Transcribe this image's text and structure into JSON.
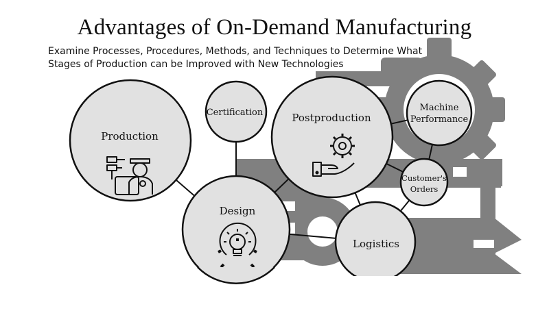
{
  "diagram": {
    "title": "Advantages of On-Demand Manufacturing",
    "subtitle_line1": "Examine Processes, Procedures, Methods, and Techniques to Determine What",
    "subtitle_line2": "Stages of Production can be Improved with New Technologies",
    "nodes": {
      "production": "Production",
      "certification": "Certification",
      "postproduction": "Postproduction",
      "machine_performance_line1": "Machine",
      "machine_performance_line2": "Performance",
      "customers_orders_line1": "Customer's",
      "customers_orders_line2": "Orders",
      "design": "Design",
      "logistics": "Logistics"
    },
    "icons": {
      "production": "worker-with-control-panel-icon",
      "postproduction": "gear-in-hand-icon",
      "design": "lightbulb-gear-icon",
      "background": "gear-and-wrench-icon"
    },
    "colors": {
      "node_fill": "#e1e1e1",
      "node_stroke": "#111111",
      "background_gray": "#808080"
    }
  }
}
